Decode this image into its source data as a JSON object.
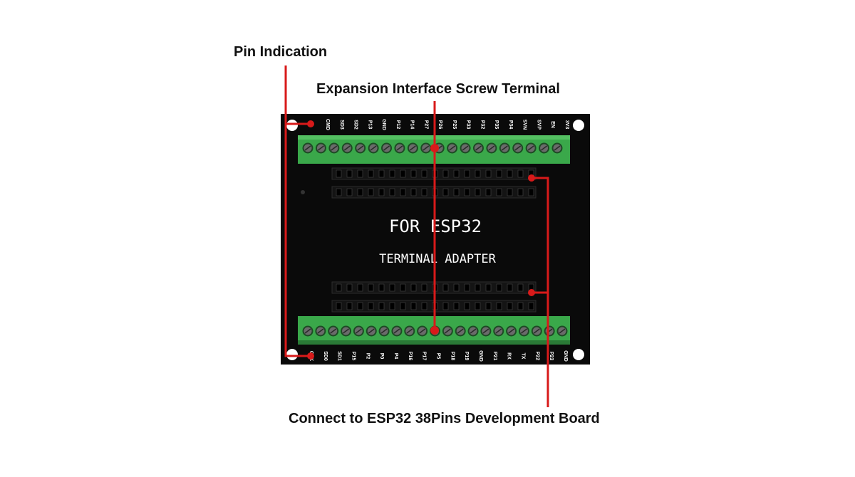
{
  "callouts": {
    "pin_indication": "Pin Indication",
    "expansion_terminal": "Expansion Interface Screw Terminal",
    "connect_board": "Connect to ESP32 38Pins Development Board"
  },
  "board": {
    "title": "FOR ESP32",
    "subtitle": "TERMINAL ADAPTER",
    "top_pins": [
      "CMD",
      "SD3",
      "SD2",
      "P13",
      "GND",
      "P12",
      "P14",
      "P27",
      "P26",
      "P25",
      "P33",
      "P32",
      "P35",
      "P34",
      "SVN",
      "SVP",
      "EN",
      "3V3"
    ],
    "bottom_pins": [
      "CLK",
      "SD0",
      "SD1",
      "P15",
      "P2",
      "P0",
      "P4",
      "P16",
      "P17",
      "P5",
      "P18",
      "P19",
      "GND",
      "P21",
      "RX",
      "TX",
      "P22",
      "P23",
      "GND"
    ]
  },
  "colors": {
    "board": "#0a0a0a",
    "terminal": "#3aa84a",
    "terminal_dark": "#2a7a36",
    "callout_line": "#d81a1a",
    "silkscreen": "#ffffff"
  }
}
